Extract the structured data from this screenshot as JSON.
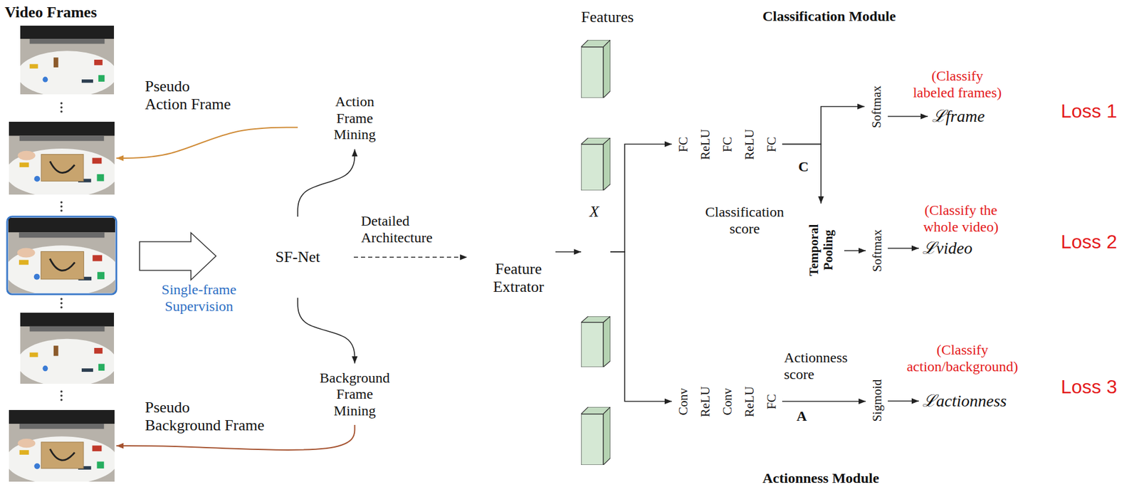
{
  "diagram": {
    "nodes": [
      {
        "text": [
          "Pseudo Action Frame"
        ]
      },
      {
        "text": [
          "Action Frame Mining"
        ]
      },
      {
        "text": [
          "SF-Net"
        ]
      },
      {
        "text": [
          "Background Frame Mining"
        ]
      },
      {
        "text": [
          "Pseudo Background Frame"
        ]
      },
      {
        "text": [
          "Features"
        ]
      },
      {
        "text": [
          "Feature Extrator"
        ],
        "in": 5
      },
      {
        "text": [
          "X"
        ],
        "in": 5
      },
      {
        "text": [
          "Classification Module"
        ],
        "in": 5
      },
      {
        "text": [
          "FC"
        ],
        "in": 8
      },
      {
        "text": [
          "ReLU"
        ],
        "in": 8
      },
      {
        "text": [
          "FC"
        ],
        "in": 8
      },
      {
        "text": [
          "ReLU"
        ],
        "in": 8
      },
      {
        "text": [
          "FC"
        ],
        "in": 8
      },
      {
        "text": [
          "(Classify labeled frames)",
          "ℒframe",
          "Loss 1"
        ],
        "in": 8
      },
      {
        "text": [
          "Softmax"
        ],
        "in": 14
      },
      {
        "text": [
          "Temporal Pooling"
        ],
        "in": 8
      },
      {
        "text": [
          "(Classify the whole video)",
          "ℒvideo",
          "Loss 2"
        ],
        "in": 8
      },
      {
        "text": [
          "Softmax"
        ],
        "in": 17
      },
      {
        "text": [
          "Actionness Module"
        ],
        "in": 5
      },
      {
        "text": [
          "Conv"
        ],
        "in": 19
      },
      {
        "text": [
          "ReLU"
        ],
        "in": 19
      },
      {
        "text": [
          "Conv"
        ],
        "in": 19
      },
      {
        "text": [
          "ReLU"
        ],
        "in": 19
      },
      {
        "text": [
          "FC"
        ],
        "in": 19
      },
      {
        "text": [
          "(Classify action/background)",
          "ℒactionness",
          "Loss 3"
        ],
        "in": 19
      },
      {
        "text": [
          "Sigmoid"
        ],
        "in": 25
      }
    ],
    "edges": [
      {
        "from": 2,
        "to": 1,
        "arrow": "to"
      },
      {
        "from": 2,
        "to": 3,
        "arrow": "to"
      },
      {
        "from": 1,
        "to": 0,
        "arrow": "to"
      },
      {
        "from": 3,
        "to": 4,
        "arrow": "to"
      },
      {
        "from": 2,
        "to": 5,
        "label": "Detailed Architecture",
        "arrow": "to"
      },
      {
        "from": 6,
        "to": 7,
        "arrow": "to"
      },
      {
        "from": 7,
        "to": 9,
        "arrow": "to"
      },
      {
        "from": 7,
        "to": 20,
        "arrow": "to"
      },
      {
        "from": 13,
        "to": 15,
        "arrow": "to"
      },
      {
        "from": 13,
        "to": 16,
        "arrow": "to"
      },
      {
        "from": 16,
        "to": 18,
        "arrow": "to"
      },
      {
        "from": 24,
        "to": 26,
        "arrow": "to"
      }
    ],
    "labels": [
      "Video Frames",
      "Single-frame Supervision",
      "Classification score",
      "C",
      "Actionness score",
      "A"
    ]
  }
}
